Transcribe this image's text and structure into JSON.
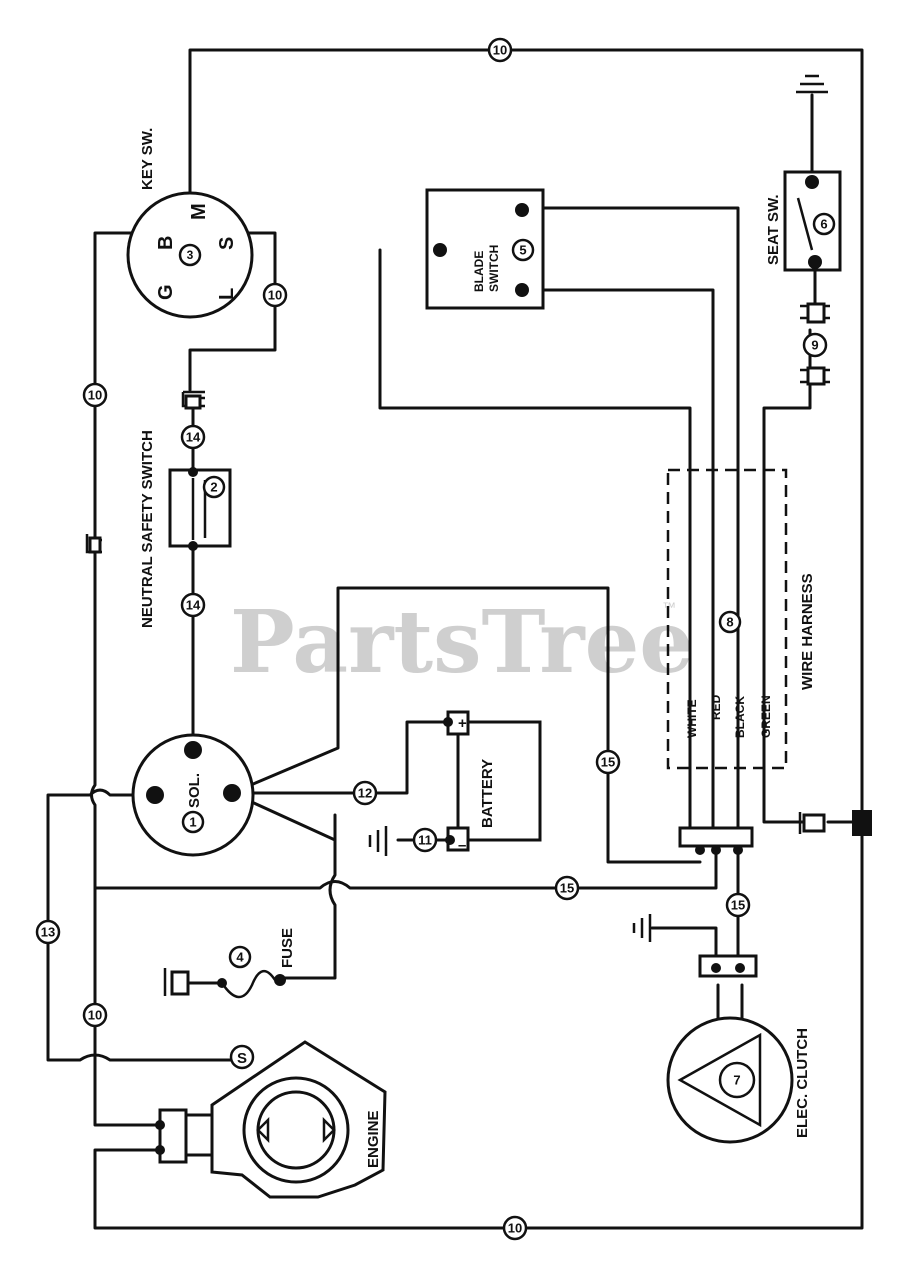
{
  "watermark": {
    "text": "PartsTree",
    "tm": "™"
  },
  "components": {
    "key_switch": {
      "label": "KEY SW.",
      "number": "3",
      "terminals": {
        "m": "M",
        "b": "B",
        "s": "S",
        "g": "G",
        "l": "L"
      }
    },
    "blade_switch": {
      "label_line1": "BLADE",
      "label_line2": "SWITCH",
      "number": "5"
    },
    "seat_switch": {
      "label": "SEAT SW.",
      "number": "6"
    },
    "neutral_switch": {
      "label": "NEUTRAL SAFETY SWITCH",
      "number": "2"
    },
    "solenoid": {
      "label": "SOL.",
      "number": "1"
    },
    "battery": {
      "label": "BATTERY",
      "plus": "+",
      "minus": "–"
    },
    "fuse": {
      "label": "FUSE",
      "number": "4"
    },
    "engine": {
      "label": "ENGINE",
      "terminal": "S"
    },
    "clutch": {
      "label": "ELEC. CLUTCH",
      "number": "7"
    },
    "harness": {
      "label": "WIRE HARNESS",
      "number": "8",
      "wires": [
        "WHITE",
        "RED",
        "BLACK",
        "GREEN"
      ]
    }
  },
  "wire_numbers": {
    "top": "10",
    "bottom": "10",
    "left_key": "10",
    "key_s": "10",
    "engine_left": "10",
    "nss_top": "14",
    "nss_bottom": "14",
    "sol_batt": "12",
    "ground_batt": "11",
    "w15_harness": "15",
    "w15_sol": "15",
    "w15_clutch": "15",
    "w13": "13",
    "w9": "9"
  }
}
